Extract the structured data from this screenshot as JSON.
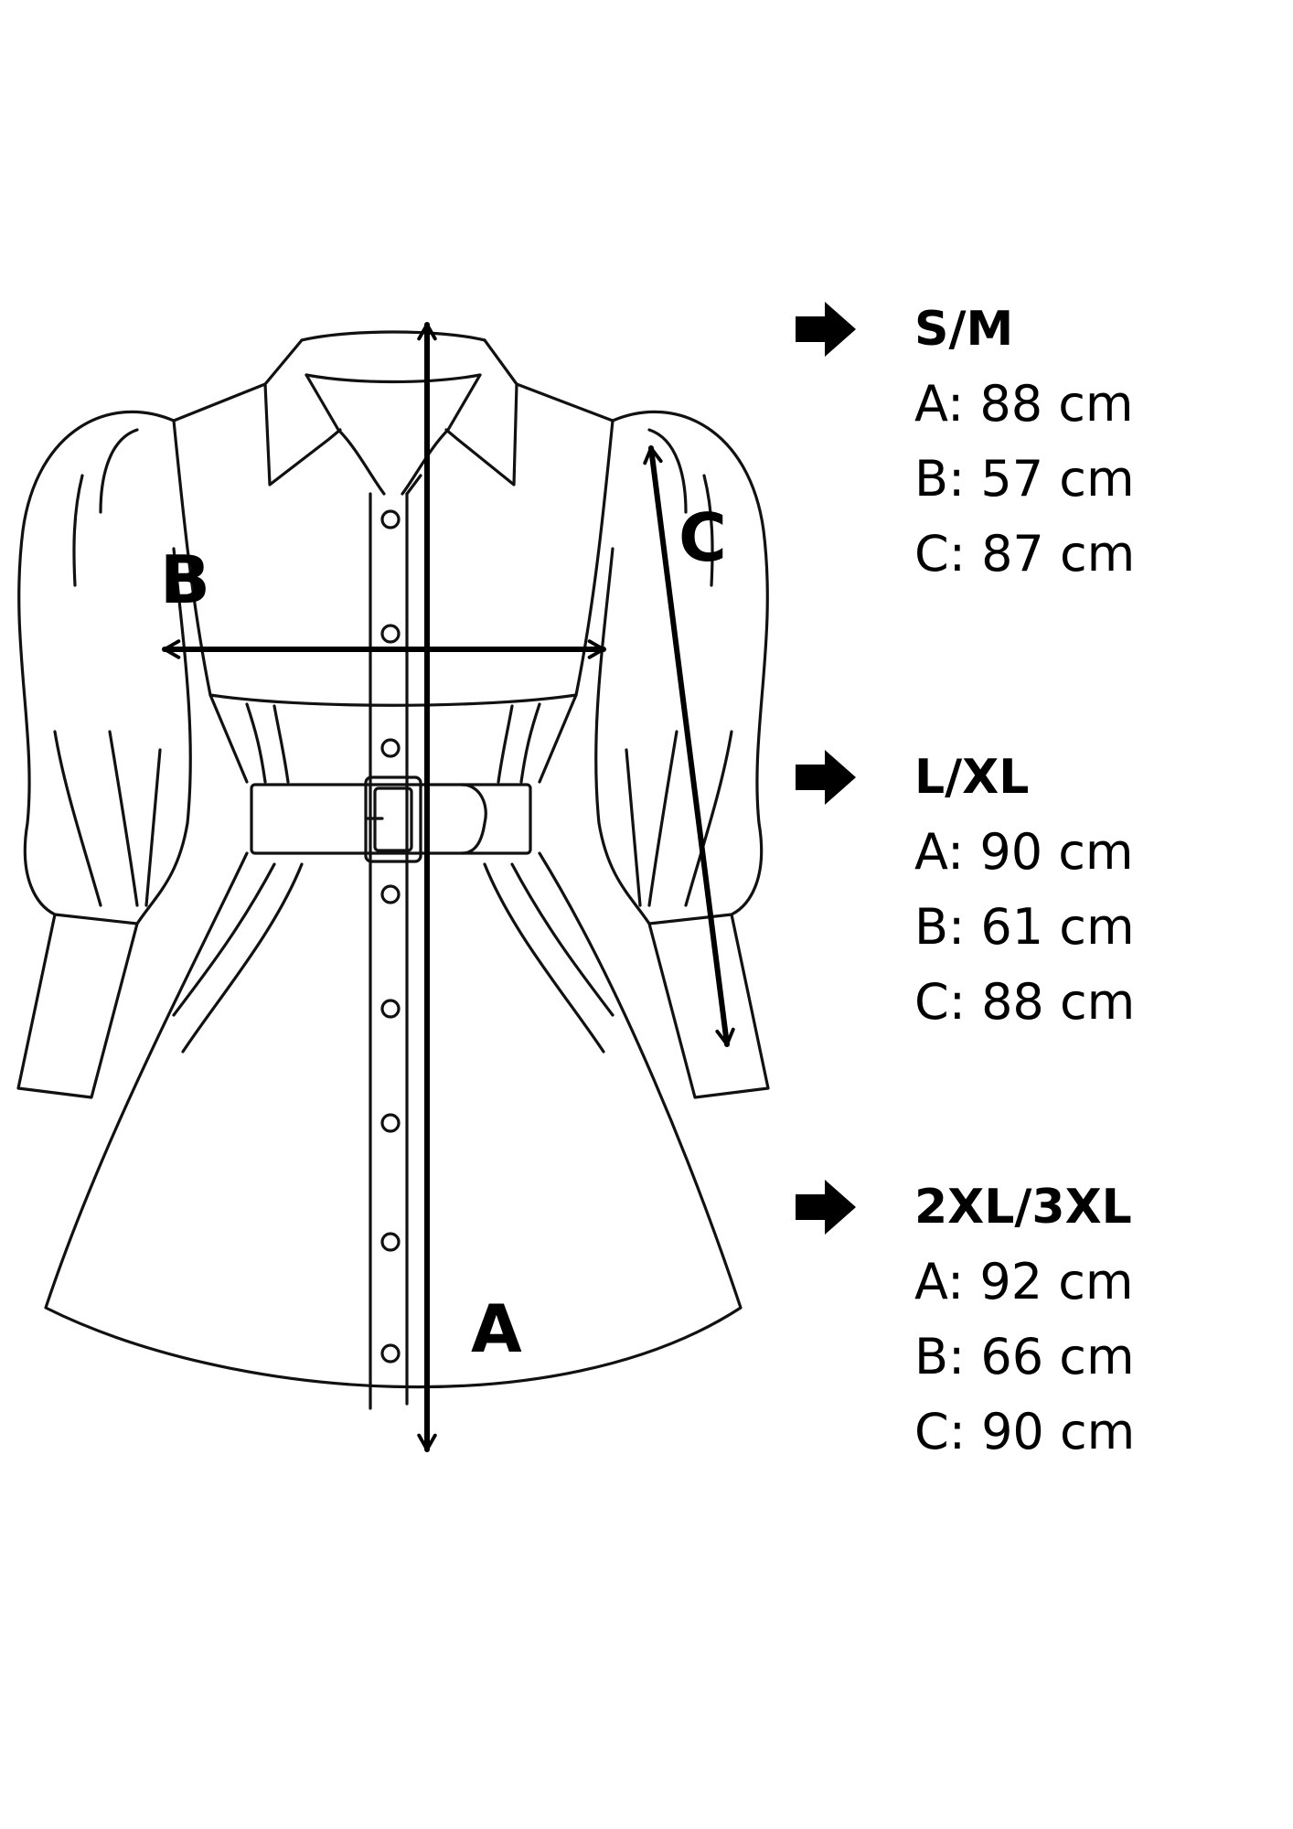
{
  "diagram": {
    "labels": {
      "a": "A",
      "b": "B",
      "c": "C"
    }
  },
  "sizes": [
    {
      "name": "S/M",
      "a": "A: 88 cm",
      "b": "B: 57 cm",
      "c": "C: 87 cm"
    },
    {
      "name": "L/XL",
      "a": "A: 90 cm",
      "b": "B: 61 cm",
      "c": "C: 88 cm"
    },
    {
      "name": "2XL/3XL",
      "a": "A: 92 cm",
      "b": "B: 66 cm",
      "c": "C: 90 cm"
    }
  ],
  "icons": {
    "size_marker": "right-arrow-icon",
    "dimension_arrow": "double-headed-arrow-icon"
  },
  "colors": {
    "line": "#000000",
    "background": "#ffffff"
  }
}
